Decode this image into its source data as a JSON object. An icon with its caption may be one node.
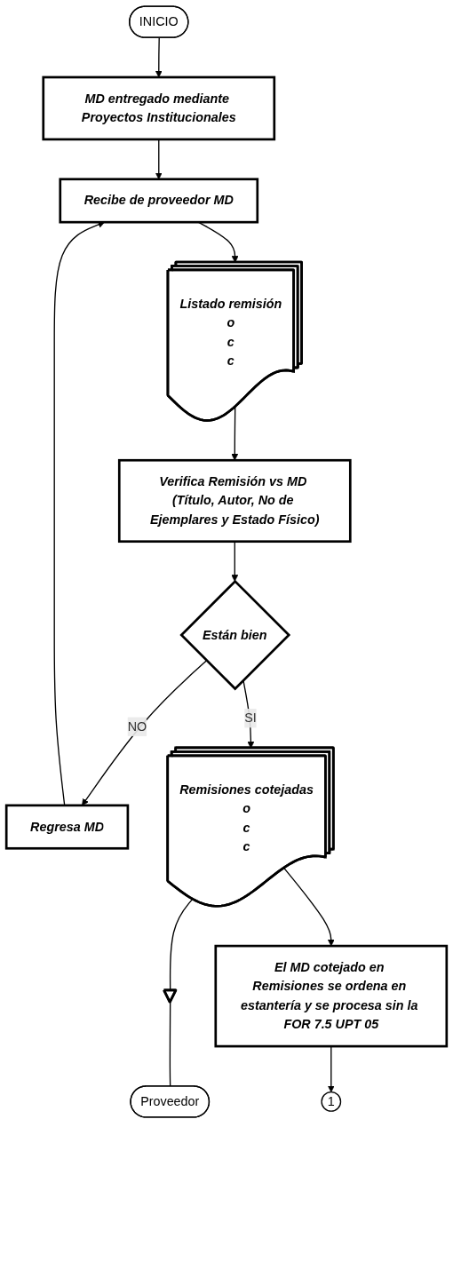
{
  "diagram": {
    "nodes": [
      {
        "text": [
          "INICIO"
        ]
      },
      {
        "text": [
          "MD entregado mediante Proyectos Institucionales"
        ]
      },
      {
        "text": [
          "Recibe de proveedor MD"
        ]
      },
      {
        "text": [
          "Listado remisión",
          "o",
          "c",
          "c"
        ]
      },
      {
        "text": [
          "Verifica Remisión vs MD (Título, Autor, No de Ejemplares y Estado Físico)"
        ]
      },
      {
        "text": [
          "Están bien"
        ]
      },
      {
        "text": [
          "Regresa MD"
        ]
      },
      {
        "text": [
          "Remisiones cotejadas",
          "o",
          "c",
          "c"
        ]
      },
      {
        "text": [],
        "shape": "triangle"
      },
      {
        "text": [
          "Proveedor"
        ]
      },
      {
        "text": [
          "El MD cotejado en Remisiones se ordena en estantería y se procesa sin la FOR 7.5 UPT 05"
        ]
      },
      {
        "text": [
          "1"
        ]
      }
    ],
    "edges": [
      {
        "from": 0,
        "to": 1,
        "arrow": "to"
      },
      {
        "from": 1,
        "to": 2,
        "arrow": "to"
      },
      {
        "from": 2,
        "to": 3,
        "arrow": "to"
      },
      {
        "from": 3,
        "to": 4,
        "arrow": "to"
      },
      {
        "from": 4,
        "to": 5,
        "arrow": "to"
      },
      {
        "from": 5,
        "to": 6,
        "label": "NO",
        "arrow": "to"
      },
      {
        "from": 6,
        "to": 2,
        "arrow": "to"
      },
      {
        "from": 5,
        "to": 7,
        "label": "SI",
        "arrow": "to"
      },
      {
        "from": 7,
        "to": 8,
        "arrow": "none"
      },
      {
        "from": 8,
        "to": 9,
        "arrow": "none"
      },
      {
        "from": 7,
        "to": 10,
        "arrow": "to"
      },
      {
        "from": 10,
        "to": 11,
        "arrow": "to"
      }
    ]
  }
}
